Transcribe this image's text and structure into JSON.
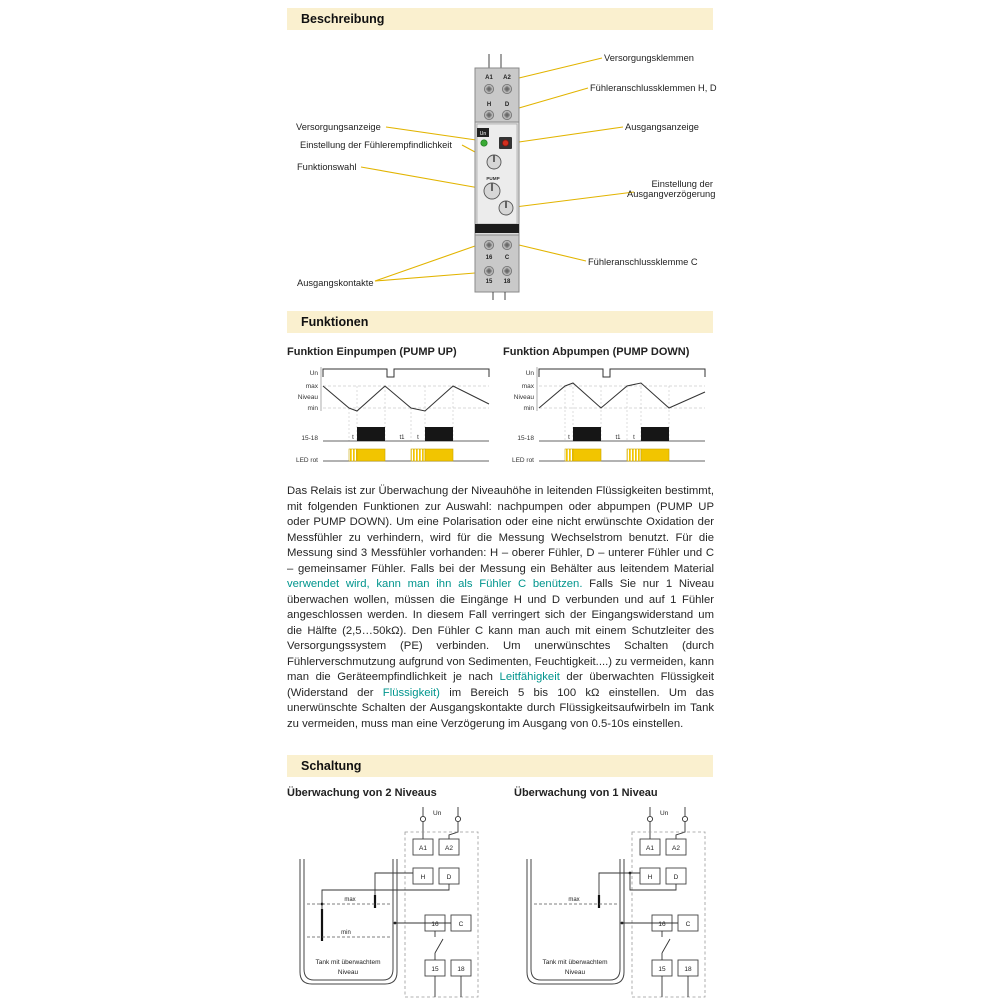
{
  "sections": {
    "beschreibung": "Beschreibung",
    "funktionen": "Funktionen",
    "schaltung": "Schaltung"
  },
  "device": {
    "front": {
      "un_badge": "Un",
      "pump_label": "PUMP"
    },
    "terminals": {
      "a1": "A1",
      "a2": "A2",
      "h": "H",
      "d": "D",
      "t16": "16",
      "c": "C",
      "t15": "15",
      "t18": "18"
    },
    "callouts": {
      "versorgungsklemmen": "Versorgungsklemmen",
      "fuehleranschlussklemmen_hd": "Fühleranschlussklemmen H, D",
      "ausgangsanzeige": "Ausgangsanzeige",
      "einstellung_verzoegerung_line1": "Einstellung der",
      "einstellung_verzoegerung_line2": "Ausgangverzögerung",
      "fuehleranschlussklemme_c": "Fühleranschlussklemme C",
      "versorgungsanzeige": "Versorgungsanzeige",
      "einstellung_empfindlichkeit": "Einstellung der Fühlerempfindlichkeit",
      "funktionswahl": "Funktionswahl",
      "ausgangskontakte": "Ausgangskontakte"
    }
  },
  "timing": {
    "pump_up": {
      "title": "Funktion Einpumpen (PUMP UP)"
    },
    "pump_down": {
      "title": "Funktion Abpumpen (PUMP DOWN)"
    },
    "rows": {
      "un": "Un",
      "max": "max",
      "niveau": "Niveau",
      "min": "min",
      "output": "15-18",
      "led": "LED rot"
    },
    "markers": {
      "t": "t",
      "t1": "t1"
    }
  },
  "description": {
    "segments": [
      {
        "text": "Das Relais ist zur Überwachung der Niveauhöhe in leitenden Flüssigkeiten bestimmt, mit folgenden Funktionen zur Auswahl: nachpumpen oder abpumpen (PUMP UP oder PUMP DOWN). Um eine Polarisation oder eine nicht erwünschte Oxidation der Messfühler zu verhindern, wird für die Messung Wechselstrom benutzt. Für die Messung sind 3 Messfühler vorhanden: H – oberer Fühler, D – unterer Fühler und C – gemeinsamer Fühler. Falls bei der Messung ein Behälter aus leitendem Material ",
        "highlight": false
      },
      {
        "text": "verwendet wird, kann man ihn als Fühler C benützen.",
        "highlight": true
      },
      {
        "text": " Falls Sie nur 1 Niveau überwachen wollen, müssen die Eingänge H und D verbunden und auf 1 Fühler angeschlossen werden. In diesem Fall verringert sich der Eingangswiderstand um die Hälfte (2,5…50kΩ). Den Fühler C kann man auch mit einem Schutzleiter des Versorgungssystem (PE) verbinden. Um unerwünschtes Schalten (durch Fühlerverschmutzung aufgrund von Sedimenten, Feuchtigkeit....) zu vermeiden, kann man die Geräteempfindlichkeit je nach ",
        "highlight": false
      },
      {
        "text": "Leitfähigkeit",
        "highlight": true
      },
      {
        "text": " der überwachten Flüssigkeit (Widerstand der ",
        "highlight": false
      },
      {
        "text": "Flüssigkeit)",
        "highlight": true
      },
      {
        "text": " im Bereich 5 bis 100 kΩ einstellen. Um das unerwünschte Schalten der Ausgangskontakte durch Flüssigkeitsaufwirbeln im Tank zu vermeiden, muss man eine Verzögerung im Ausgang von 0.5-10s einstellen.",
        "highlight": false
      }
    ]
  },
  "wiring": {
    "two_levels": {
      "title": "Überwachung von 2 Niveaus",
      "un": "Un",
      "max": "max",
      "min": "min",
      "tank_line1": "Tank mit überwachtem",
      "tank_line2": "Niveau",
      "terminals": {
        "a1": "A1",
        "a2": "A2",
        "h": "H",
        "d": "D",
        "t16": "16",
        "c": "C",
        "t15": "15",
        "t18": "18"
      }
    },
    "one_level": {
      "title": "Überwachung von 1 Niveau",
      "un": "Un",
      "max": "max",
      "tank_line1": "Tank mit überwachtem",
      "tank_line2": "Niveau",
      "terminals": {
        "a1": "A1",
        "a2": "A2",
        "h": "H",
        "d": "D",
        "t16": "16",
        "c": "C",
        "t15": "15",
        "t18": "18"
      }
    }
  },
  "colors": {
    "section_bg": "#faf0cf",
    "callout_line": "#e2b400",
    "highlight_text": "#00958d",
    "led_yellow": "#f2c500",
    "led_green": "#3aaa35",
    "led_red": "#d2301f"
  }
}
